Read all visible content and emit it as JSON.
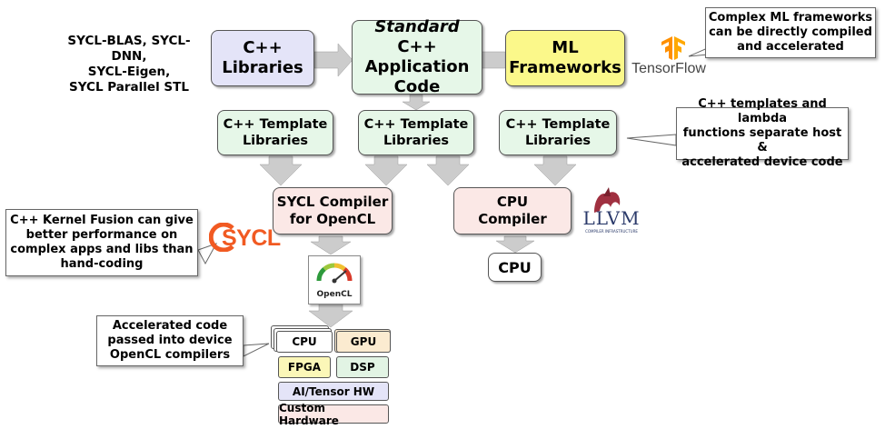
{
  "left_note": [
    "SYCL-BLAS, SYCL-DNN,",
    "SYCL-Eigen,",
    "SYCL Parallel STL"
  ],
  "cpp_libraries": [
    "C++",
    "Libraries"
  ],
  "app_code": {
    "italic": "Standard",
    "rest": " C++",
    "line2": "Application",
    "line3": "Code"
  },
  "ml_frameworks": [
    "ML",
    "Frameworks"
  ],
  "tensorflow_label": "TensorFlow",
  "ml_callout": [
    "Complex ML frameworks",
    "can be directly compiled",
    "and accelerated"
  ],
  "template_libs": [
    {
      "line1": "C++ Template",
      "line2": "Libraries"
    },
    {
      "line1": "C++ Template",
      "line2": "Libraries"
    },
    {
      "line1": "C++ Template",
      "line2": "Libraries"
    }
  ],
  "template_callout": [
    "C++ templates and lambda",
    "functions separate host &",
    "accelerated device code"
  ],
  "sycl_compiler": [
    "SYCL Compiler",
    "for OpenCL"
  ],
  "cpu_compiler": [
    "CPU",
    "Compiler"
  ],
  "cpu_target": "CPU",
  "llvm_label": "LLVM",
  "llvm_sub": "COMPILER INFRASTRUCTURE",
  "sycl_logo": "SYCL",
  "kernel_callout": [
    "C++ Kernel Fusion can give",
    "better performance on",
    "complex apps and libs than",
    "hand-coding"
  ],
  "opencl_label": "OpenCL",
  "accel_callout": [
    "Accelerated code",
    "passed into device",
    "OpenCL compilers"
  ],
  "devices": {
    "cpu": "CPU",
    "gpu": "GPU",
    "fpga": "FPGA",
    "dsp": "DSP",
    "ai": "AI/Tensor HW",
    "custom": "Custom Hardware"
  },
  "colors": {
    "lavender": "#e4e4f8",
    "mint": "#e6f7e8",
    "yellow": "#fbf88a",
    "pink": "#fbe8e6",
    "arrow": "#cccccc",
    "sycl_orange": "#f15a22",
    "tf_orange": "#ff8f00",
    "gpu": "#fbebd0",
    "fpga": "#fbf7b8",
    "dsp": "#e2f4e4",
    "ai": "#e4e4f8",
    "custom": "#fbe8e6"
  }
}
